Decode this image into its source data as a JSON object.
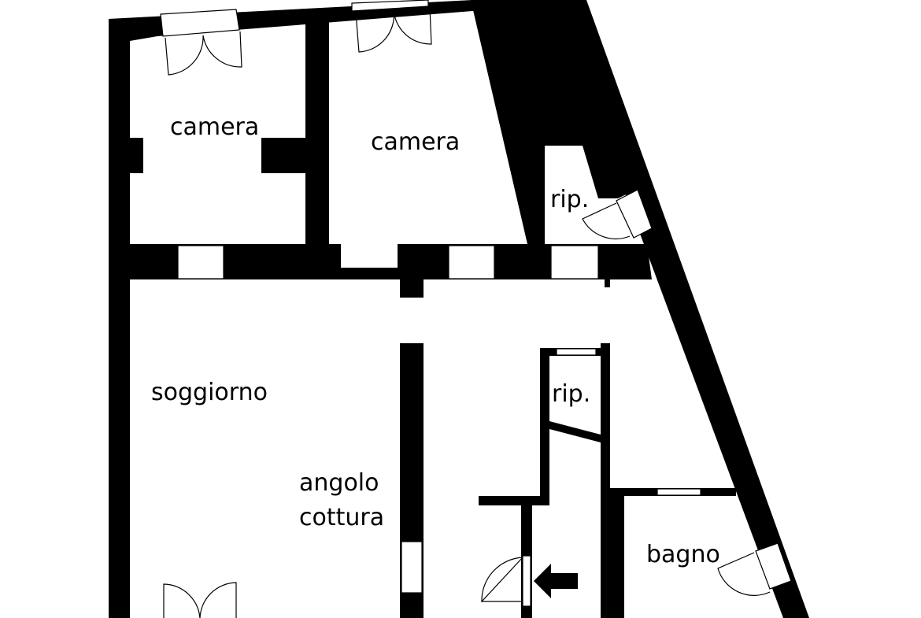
{
  "rooms": {
    "camera_left": "camera",
    "camera_right": "camera",
    "rip_top": "rip.",
    "soggiorno": "soggiorno",
    "angolo_line1": "angolo",
    "angolo_line2": "cottura",
    "rip_small": "rip.",
    "bagno": "bagno"
  },
  "colors": {
    "wall": "#000000",
    "floor": "#ffffff"
  },
  "icons": {
    "entrance": "arrow-left-icon",
    "door": "door-swing-icon",
    "window": "window-icon"
  }
}
